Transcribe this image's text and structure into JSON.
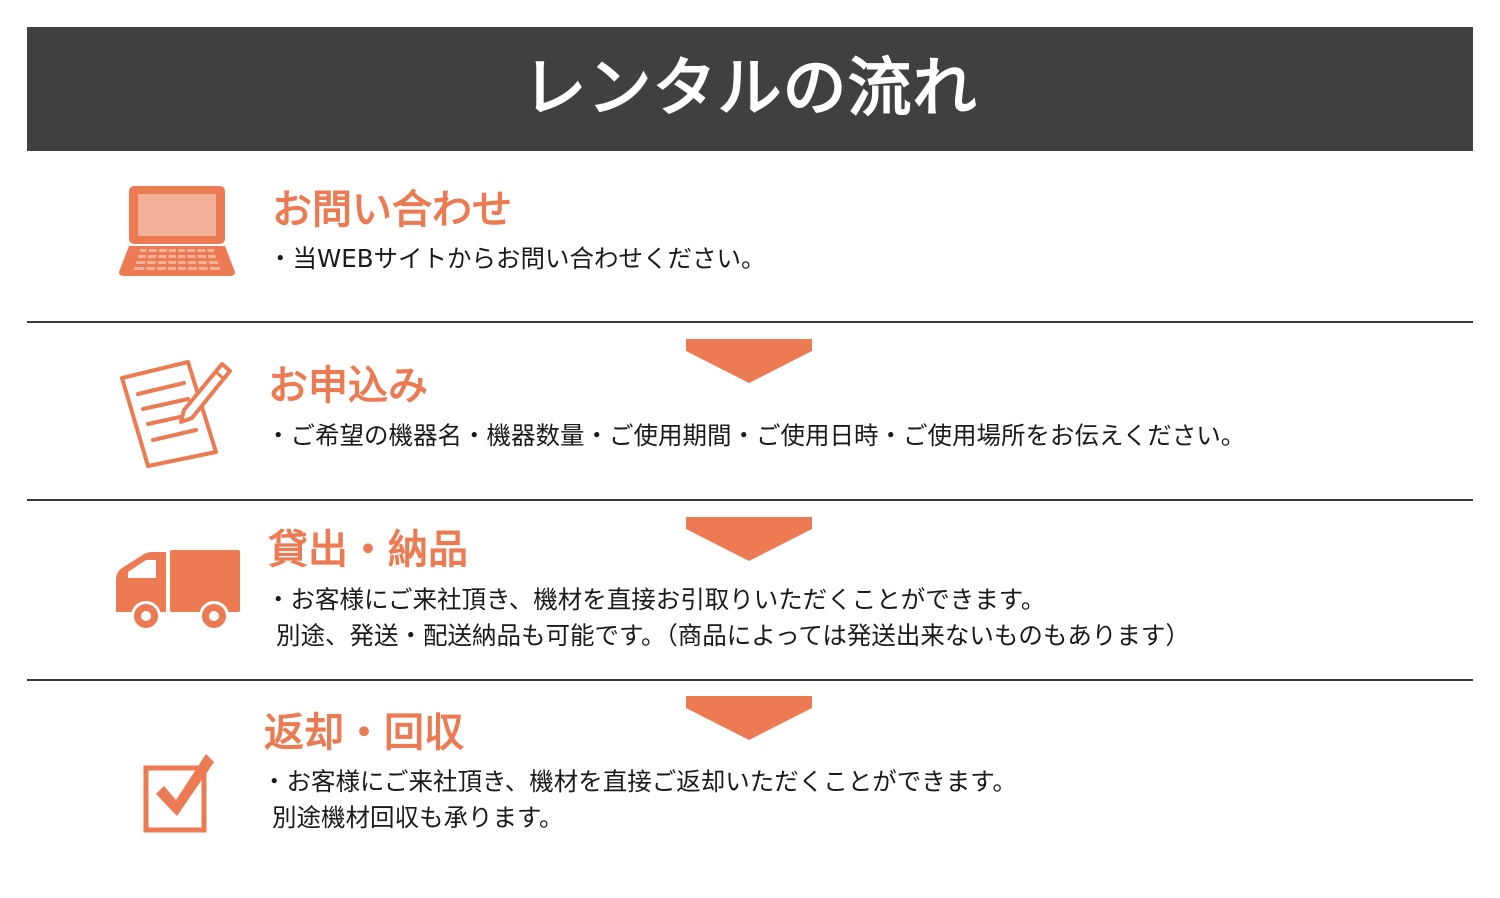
{
  "header": {
    "title": "レンタルの流れ"
  },
  "colors": {
    "accent": "#ec7a52",
    "header_bg": "#404040",
    "divider": "#3a3a3a",
    "text": "#1a1a1a"
  },
  "steps": [
    {
      "icon": "laptop-icon",
      "title": "お問い合わせ",
      "desc": [
        "・当WEBサイトからお問い合わせください。"
      ]
    },
    {
      "icon": "document-pen-icon",
      "title": "お申込み",
      "desc": [
        "・ご希望の機器名・機器数量・ご使用期間・ご使用日時・ご使用場所をお伝えください。"
      ]
    },
    {
      "icon": "truck-icon",
      "title": "貸出・納品",
      "desc": [
        "・お客様にご来社頂き、機材を直接お引取りいただくことができます。",
        "別途、発送・配送納品も可能です。（商品によっては発送出来ないものもあります）"
      ]
    },
    {
      "icon": "checkbox-icon",
      "title": "返却・回収",
      "desc": [
        "・お客様にご来社頂き、機材を直接ご返却いただくことができます。",
        "別途機材回収も承ります。"
      ]
    }
  ]
}
